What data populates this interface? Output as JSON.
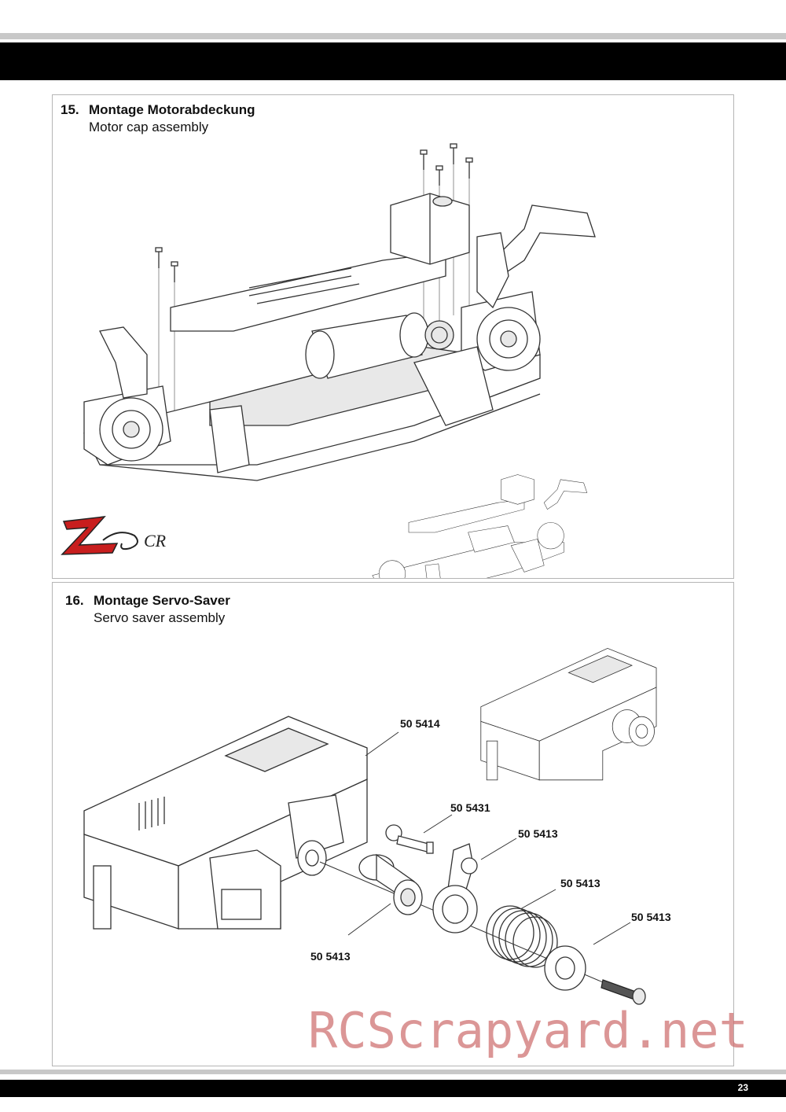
{
  "page": {
    "number": "23"
  },
  "step15": {
    "number": "15.",
    "title": "Montage Motorabdeckung",
    "subtitle": "Motor cap assembly",
    "logo_text": "CR"
  },
  "step16": {
    "number": "16.",
    "title": "Montage Servo-Saver",
    "subtitle": "Servo saver assembly",
    "parts": {
      "servo": "50 5414",
      "ball_stud": "50 5431",
      "saver_arm": "50 5413",
      "spring": "50 5413",
      "washer": "50 5413",
      "sleeve": "50 5413"
    }
  },
  "watermark": "RCScrapyard.net",
  "colors": {
    "bar": "#000000",
    "rule": "#c8c8c8",
    "watermark": "#cd6e6e",
    "logo_red": "#c81e1e"
  }
}
